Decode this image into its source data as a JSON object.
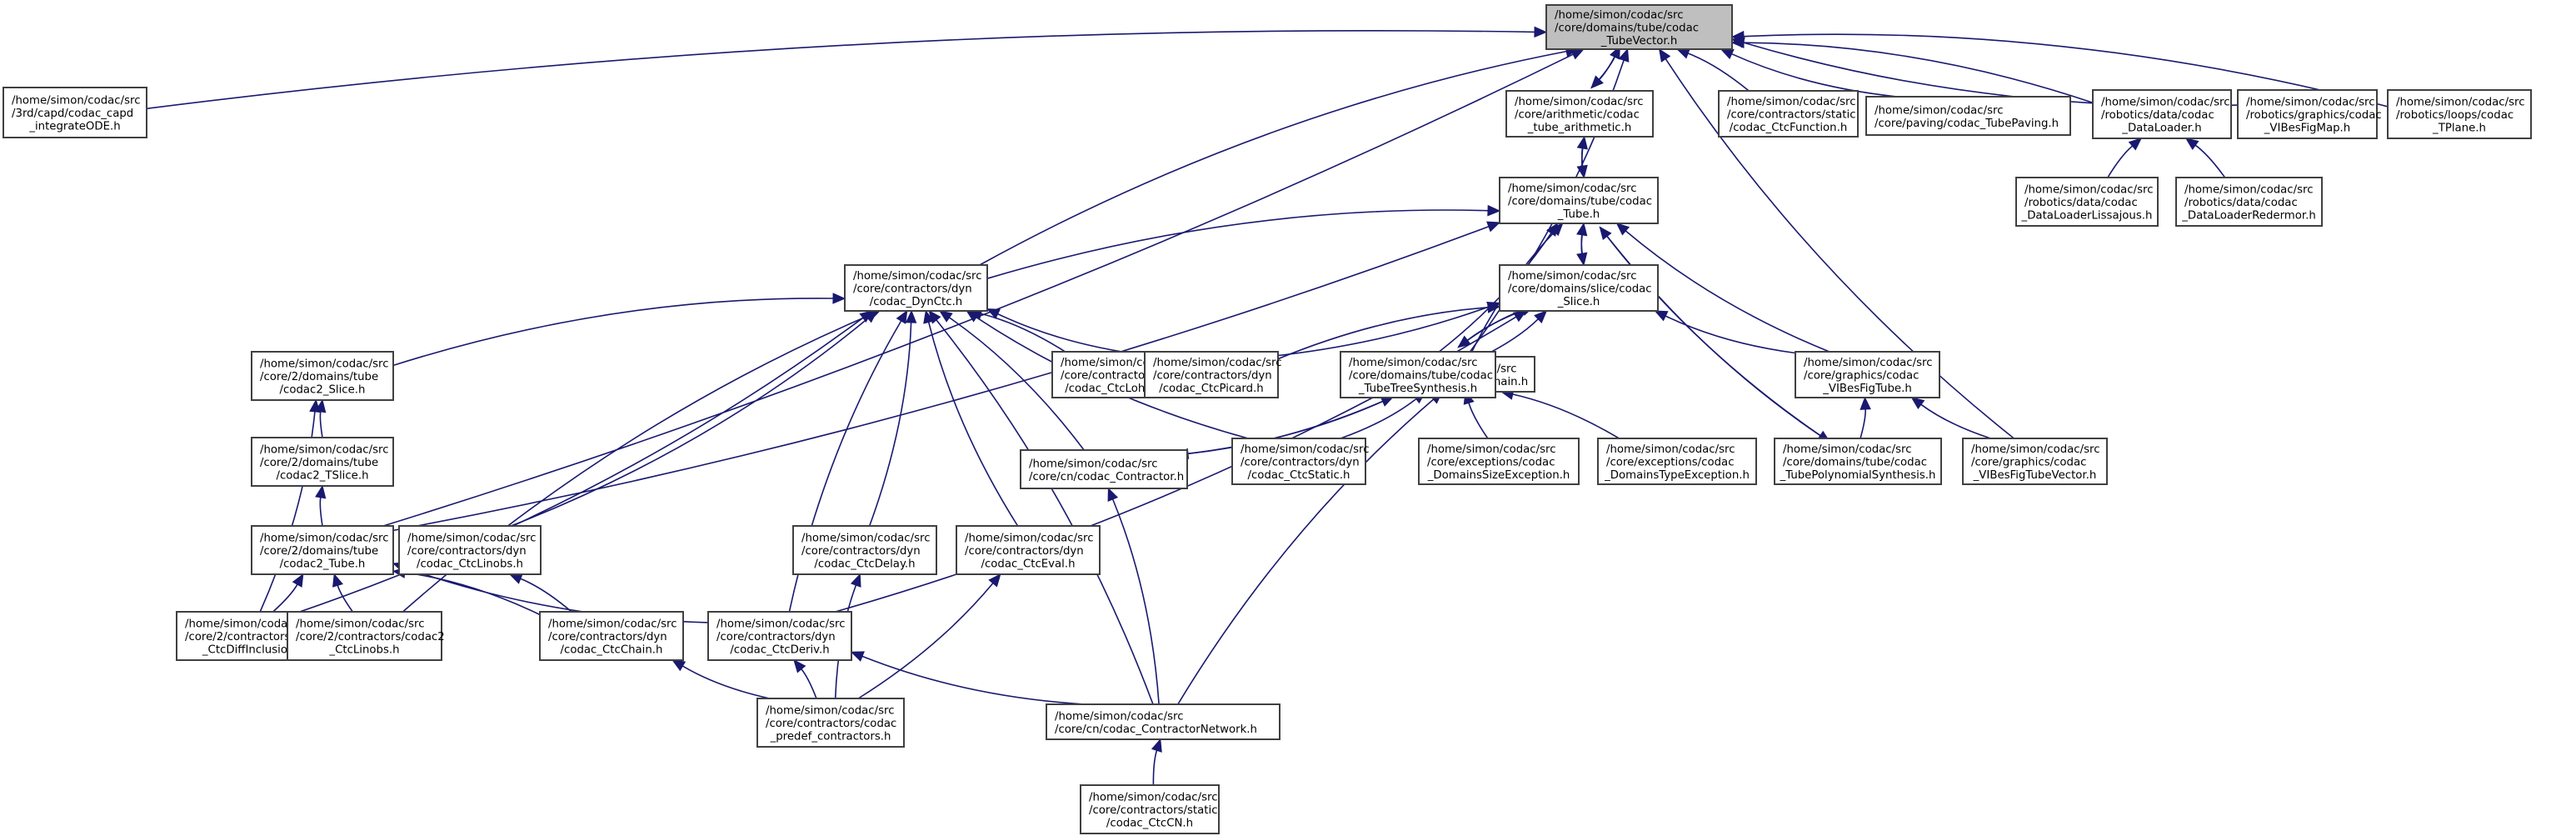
{
  "graph": {
    "title": "Include dependency graph (included by) for codac_TubeVector.h",
    "colors": {
      "edge": "#191970",
      "node_border": "#404040",
      "root_fill": "#bfbfbf",
      "node_fill": "#ffffff"
    },
    "nodes": [
      {
        "id": "TubeVector",
        "root": true,
        "lines": [
          "/home/simon/codac/src",
          "/core/domains/tube/codac",
          "_TubeVector.h"
        ]
      },
      {
        "id": "integrateODE",
        "lines": [
          "/home/simon/codac/src",
          "/3rd/capd/codac_capd",
          "_integrateODE.h"
        ]
      },
      {
        "id": "tube_arithmetic",
        "lines": [
          "/home/simon/codac/src",
          "/core/arithmetic/codac",
          "_tube_arithmetic.h"
        ]
      },
      {
        "id": "CtcFunction",
        "lines": [
          "/home/simon/codac/src",
          "/core/contractors/static",
          "/codac_CtcFunction.h"
        ]
      },
      {
        "id": "TubePaving",
        "lines": [
          "/home/simon/codac/src",
          "/core/paving/codac_TubePaving.h"
        ]
      },
      {
        "id": "DataLoader",
        "lines": [
          "/home/simon/codac/src",
          "/robotics/data/codac",
          "_DataLoader.h"
        ]
      },
      {
        "id": "VIBesFigMap",
        "lines": [
          "/home/simon/codac/src",
          "/robotics/graphics/codac",
          "_VIBesFigMap.h"
        ]
      },
      {
        "id": "TPlane",
        "lines": [
          "/home/simon/codac/src",
          "/robotics/loops/codac",
          "_TPlane.h"
        ]
      },
      {
        "id": "DataLoaderLissajous",
        "lines": [
          "/home/simon/codac/src",
          "/robotics/data/codac",
          "_DataLoaderLissajous.h"
        ]
      },
      {
        "id": "DataLoaderRedermor",
        "lines": [
          "/home/simon/codac/src",
          "/robotics/data/codac",
          "_DataLoaderRedermor.h"
        ]
      },
      {
        "id": "Tube",
        "lines": [
          "/home/simon/codac/src",
          "/core/domains/tube/codac",
          "_Tube.h"
        ]
      },
      {
        "id": "DynCtc",
        "lines": [
          "/home/simon/codac/src",
          "/core/contractors/dyn",
          "/codac_DynCtc.h"
        ]
      },
      {
        "id": "Slice",
        "lines": [
          "/home/simon/codac/src",
          "/core/domains/slice/codac",
          "_Slice.h"
        ]
      },
      {
        "id": "c2Slice",
        "lines": [
          "/home/simon/codac/src",
          "/core/2/domains/tube",
          "/codac2_Slice.h"
        ]
      },
      {
        "id": "CtcLohner",
        "lines": [
          "/home/simon/codac/src",
          "/core/contractors/dyn",
          "/codac_CtcLohner.h"
        ]
      },
      {
        "id": "CtcPicard",
        "lines": [
          "/home/simon/codac/src",
          "/core/contractors/dyn",
          "/codac_CtcPicard.h"
        ]
      },
      {
        "id": "Domain",
        "lines": [
          "/home/simon/codac/src",
          "/core/cn/codac_Domain.h"
        ]
      },
      {
        "id": "TubeTreeSynthesis",
        "lines": [
          "/home/simon/codac/src",
          "/core/domains/tube/codac",
          "_TubeTreeSynthesis.h"
        ]
      },
      {
        "id": "VIBesFigTube",
        "lines": [
          "/home/simon/codac/src",
          "/core/graphics/codac",
          "_VIBesFigTube.h"
        ]
      },
      {
        "id": "c2TSlice",
        "lines": [
          "/home/simon/codac/src",
          "/core/2/domains/tube",
          "/codac2_TSlice.h"
        ]
      },
      {
        "id": "Contractor",
        "lines": [
          "/home/simon/codac/src",
          "/core/cn/codac_Contractor.h"
        ]
      },
      {
        "id": "CtcStatic",
        "lines": [
          "/home/simon/codac/src",
          "/core/contractors/dyn",
          "/codac_CtcStatic.h"
        ]
      },
      {
        "id": "DomainsSizeException",
        "lines": [
          "/home/simon/codac/src",
          "/core/exceptions/codac",
          "_DomainsSizeException.h"
        ]
      },
      {
        "id": "DomainsTypeException",
        "lines": [
          "/home/simon/codac/src",
          "/core/exceptions/codac",
          "_DomainsTypeException.h"
        ]
      },
      {
        "id": "TubePolynomialSynthesis",
        "lines": [
          "/home/simon/codac/src",
          "/core/domains/tube/codac",
          "_TubePolynomialSynthesis.h"
        ]
      },
      {
        "id": "VIBesFigTubeVector",
        "lines": [
          "/home/simon/codac/src",
          "/core/graphics/codac",
          "_VIBesFigTubeVector.h"
        ]
      },
      {
        "id": "c2Tube",
        "lines": [
          "/home/simon/codac/src",
          "/core/2/domains/tube",
          "/codac2_Tube.h"
        ]
      },
      {
        "id": "CtcLinobs",
        "lines": [
          "/home/simon/codac/src",
          "/core/contractors/dyn",
          "/codac_CtcLinobs.h"
        ]
      },
      {
        "id": "CtcDelay",
        "lines": [
          "/home/simon/codac/src",
          "/core/contractors/dyn",
          "/codac_CtcDelay.h"
        ]
      },
      {
        "id": "CtcEval",
        "lines": [
          "/home/simon/codac/src",
          "/core/contractors/dyn",
          "/codac_CtcEval.h"
        ]
      },
      {
        "id": "c2CtcDiffInclusion",
        "lines": [
          "/home/simon/codac/src",
          "/core/2/contractors/codac2",
          "_CtcDiffInclusion.h"
        ]
      },
      {
        "id": "c2CtcLinobs",
        "lines": [
          "/home/simon/codac/src",
          "/core/2/contractors/codac2",
          "_CtcLinobs.h"
        ]
      },
      {
        "id": "CtcChain",
        "lines": [
          "/home/simon/codac/src",
          "/core/contractors/dyn",
          "/codac_CtcChain.h"
        ]
      },
      {
        "id": "CtcDeriv",
        "lines": [
          "/home/simon/codac/src",
          "/core/contractors/dyn",
          "/codac_CtcDeriv.h"
        ]
      },
      {
        "id": "predef_contractors",
        "lines": [
          "/home/simon/codac/src",
          "/core/contractors/codac",
          "_predef_contractors.h"
        ]
      },
      {
        "id": "ContractorNetwork",
        "lines": [
          "/home/simon/codac/src",
          "/core/cn/codac_ContractorNetwork.h"
        ]
      },
      {
        "id": "CtcCN",
        "lines": [
          "/home/simon/codac/src",
          "/core/contractors/static",
          "/codac_CtcCN.h"
        ]
      }
    ],
    "edges": [
      {
        "from": "integrateODE",
        "to": "TubeVector"
      },
      {
        "from": "tube_arithmetic",
        "to": "TubeVector"
      },
      {
        "from": "TubeVector",
        "to": "tube_arithmetic"
      },
      {
        "from": "CtcFunction",
        "to": "TubeVector"
      },
      {
        "from": "TubePaving",
        "to": "TubeVector"
      },
      {
        "from": "DataLoader",
        "to": "TubeVector"
      },
      {
        "from": "VIBesFigMap",
        "to": "TubeVector"
      },
      {
        "from": "TPlane",
        "to": "TubeVector"
      },
      {
        "from": "DynCtc",
        "to": "TubeVector"
      },
      {
        "from": "Domain",
        "to": "TubeVector"
      },
      {
        "from": "VIBesFigTubeVector",
        "to": "TubeVector"
      },
      {
        "from": "c2Tube",
        "to": "TubeVector"
      },
      {
        "from": "DataLoaderLissajous",
        "to": "DataLoader"
      },
      {
        "from": "DataLoaderRedermor",
        "to": "DataLoader"
      },
      {
        "from": "Tube",
        "to": "tube_arithmetic"
      },
      {
        "from": "tube_arithmetic",
        "to": "Tube"
      },
      {
        "from": "DynCtc",
        "to": "Tube"
      },
      {
        "from": "c2Tube",
        "to": "Tube"
      },
      {
        "from": "Slice",
        "to": "Tube"
      },
      {
        "from": "Tube",
        "to": "Slice"
      },
      {
        "from": "Domain",
        "to": "Tube"
      },
      {
        "from": "TubeTreeSynthesis",
        "to": "Tube"
      },
      {
        "from": "TubePolynomialSynthesis",
        "to": "Tube"
      },
      {
        "from": "Tube",
        "to": "TubePolynomialSynthesis"
      },
      {
        "from": "VIBesFigTube",
        "to": "Tube"
      },
      {
        "from": "CtcLohner",
        "to": "Slice"
      },
      {
        "from": "CtcPicard",
        "to": "Slice"
      },
      {
        "from": "Domain",
        "to": "Slice"
      },
      {
        "from": "TubeTreeSynthesis",
        "to": "Slice"
      },
      {
        "from": "Slice",
        "to": "TubeTreeSynthesis"
      },
      {
        "from": "VIBesFigTube",
        "to": "Slice"
      },
      {
        "from": "CtcDeriv",
        "to": "Slice"
      },
      {
        "from": "c2Slice",
        "to": "DynCtc"
      },
      {
        "from": "CtcLohner",
        "to": "DynCtc"
      },
      {
        "from": "CtcPicard",
        "to": "DynCtc"
      },
      {
        "from": "Contractor",
        "to": "DynCtc"
      },
      {
        "from": "CtcStatic",
        "to": "DynCtc"
      },
      {
        "from": "CtcDelay",
        "to": "DynCtc"
      },
      {
        "from": "CtcEval",
        "to": "DynCtc"
      },
      {
        "from": "CtcLinobs",
        "to": "DynCtc"
      },
      {
        "from": "CtcDeriv",
        "to": "DynCtc"
      },
      {
        "from": "c2CtcDiffInclusion",
        "to": "DynCtc"
      },
      {
        "from": "c2CtcLinobs",
        "to": "DynCtc"
      },
      {
        "from": "ContractorNetwork",
        "to": "DynCtc"
      },
      {
        "from": "c2TSlice",
        "to": "c2Slice"
      },
      {
        "from": "c2CtcDiffInclusion",
        "to": "c2Slice"
      },
      {
        "from": "c2Tube",
        "to": "c2TSlice"
      },
      {
        "from": "Contractor",
        "to": "Domain"
      },
      {
        "from": "Domain",
        "to": "Contractor"
      },
      {
        "from": "CtcStatic",
        "to": "Domain"
      },
      {
        "from": "DomainsSizeException",
        "to": "Domain"
      },
      {
        "from": "DomainsTypeException",
        "to": "Domain"
      },
      {
        "from": "ContractorNetwork",
        "to": "Domain"
      },
      {
        "from": "TubePolynomialSynthesis",
        "to": "VIBesFigTube"
      },
      {
        "from": "VIBesFigTubeVector",
        "to": "VIBesFigTube"
      },
      {
        "from": "c2CtcDiffInclusion",
        "to": "c2Tube"
      },
      {
        "from": "c2CtcLinobs",
        "to": "c2Tube"
      },
      {
        "from": "CtcChain",
        "to": "c2Tube"
      },
      {
        "from": "CtcDeriv",
        "to": "c2Tube"
      },
      {
        "from": "CtcChain",
        "to": "CtcLinobs"
      },
      {
        "from": "predef_contractors",
        "to": "CtcChain"
      },
      {
        "from": "predef_contractors",
        "to": "CtcDeriv"
      },
      {
        "from": "predef_contractors",
        "to": "CtcDelay"
      },
      {
        "from": "predef_contractors",
        "to": "CtcEval"
      },
      {
        "from": "ContractorNetwork",
        "to": "CtcDeriv"
      },
      {
        "from": "ContractorNetwork",
        "to": "Contractor"
      },
      {
        "from": "CtcCN",
        "to": "ContractorNetwork"
      }
    ]
  }
}
